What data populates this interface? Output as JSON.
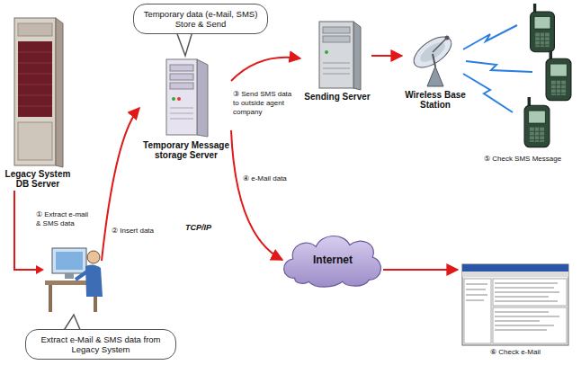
{
  "diagram": {
    "nodes": [
      {
        "text": [
          "Legacy System DB Server"
        ]
      },
      {
        "text": [
          "Temporary data (e-Mail, SMS) Store & Send"
        ]
      },
      {
        "text": [
          "Temporary Message storage Server"
        ]
      },
      {
        "text": [
          "Sending Server"
        ]
      },
      {
        "text": [
          "Wireless Base Station"
        ]
      },
      {
        "text": [
          "Internet"
        ]
      },
      {
        "text": [
          "⑥ Check e-Mail"
        ]
      },
      {
        "text": [
          "Extract e-Mail & SMS data from Legacy System"
        ]
      }
    ],
    "edges": [
      {
        "from": 0,
        "to": 2,
        "arrow": "to"
      },
      {
        "from": 2,
        "to": 3,
        "label": "③ Send SMS data to outside agent company",
        "arrow": "to"
      },
      {
        "from": 3,
        "to": 4,
        "arrow": "to"
      },
      {
        "from": 2,
        "to": 5,
        "label": "④ e-Mail data",
        "arrow": "to"
      },
      {
        "from": 5,
        "to": 6,
        "arrow": "to"
      }
    ],
    "labels": [
      "① Extract e-mail & SMS data",
      "② Insert data",
      "TCP/IP",
      "⑤ Check SMS Message"
    ]
  }
}
